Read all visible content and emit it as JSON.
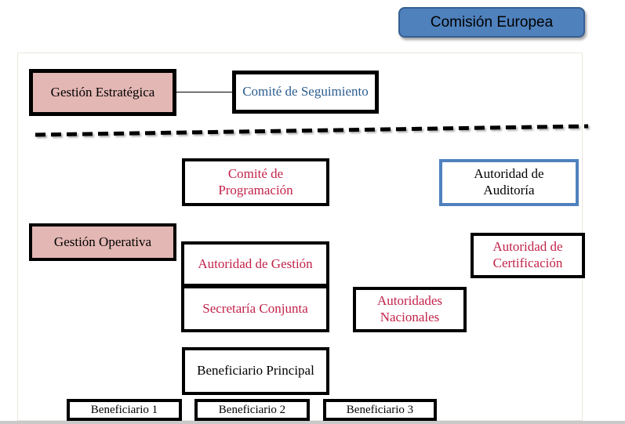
{
  "diagram": {
    "description": "Programme governance organisational chart",
    "nodes": {
      "comision_europea": {
        "label": "Comisión Europea"
      },
      "gestion_estrategica": {
        "label": "Gestión Estratégica"
      },
      "comite_seguimiento": {
        "label": "Comité de Seguimiento"
      },
      "comite_programacion": {
        "label": "Comité de Programación"
      },
      "autoridad_auditoria": {
        "label": "Autoridad de Auditoría"
      },
      "gestion_operativa": {
        "label": "Gestión Operativa"
      },
      "autoridad_gestion": {
        "label": "Autoridad de Gestión"
      },
      "secretaria_conjunta": {
        "label": "Secretaría Conjunta"
      },
      "autoridades_nacionales": {
        "label": "Autoridades Nacionales"
      },
      "autoridad_certificacion": {
        "label": "Autoridad de Certificación"
      },
      "beneficiario_principal": {
        "label": "Beneficiario Principal"
      },
      "beneficiario_1": {
        "label": "Beneficiario 1"
      },
      "beneficiario_2": {
        "label": "Beneficiario 2"
      },
      "beneficiario_3": {
        "label": "Beneficiario 3"
      }
    },
    "colors": {
      "pink_fill": "#e3b7b4",
      "blue_fill": "#4f81bd",
      "blue_border_dark": "#365f91",
      "blue_border": "#4f81bd",
      "red_text": "#c22349",
      "blue_text": "#2b5c8f",
      "black_border": "#000000"
    }
  }
}
